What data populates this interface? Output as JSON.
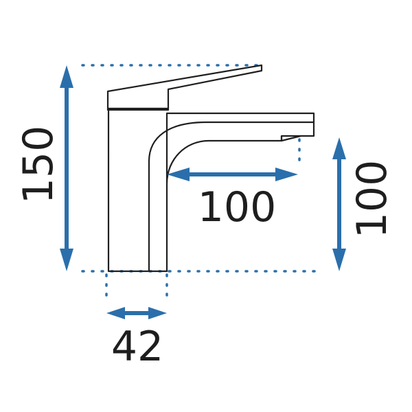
{
  "dimensions": {
    "height": "150",
    "spout_reach": "100",
    "spout_height": "100",
    "base_width": "42"
  },
  "colors": {
    "arrow": "#2a6fab",
    "guide_dots": "#2a6fab",
    "outline": "#1f1f1f",
    "text": "#1e1e1e"
  }
}
